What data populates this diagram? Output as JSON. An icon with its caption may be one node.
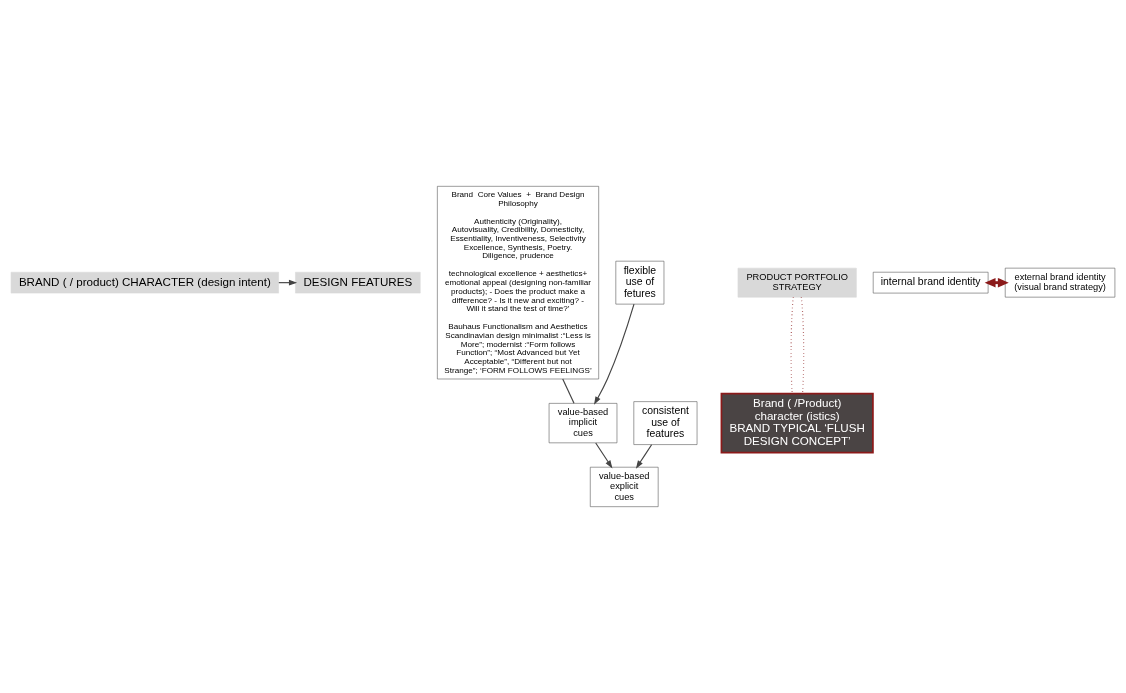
{
  "diagram": {
    "nodes": [
      {
        "text": [
          "BRAND ( / product) CHARACTER (design intent)"
        ]
      },
      {
        "text": [
          "Brand  Core Values  +  Brand Design Philosophy",
          "Authenticity (Originality), Autovisuality, Credibility, Domesticity, Essentiality, Inventiveness, Selectivity Excellence, Synthesis, Poetry. Diligence, prudence",
          "technological excellence + aesthetics+ emotional appeal (designing non-familiar products); - Does the product make a difference? - Is it new and exciting? - Will it stand the test of time?’",
          "Bauhaus Functionalism and Aesthetics Scandinavian design minimalist :“Less is More”; modernist :“Form follows Function”; “Most Advanced but Yet Acceptable”, “Different but not Strange”; ‘FORM FOLLOWS FEELINGS’"
        ]
      },
      {
        "text": [
          "DESIGN FEATURES"
        ]
      },
      {
        "text": [
          "value-based implicit cues"
        ]
      },
      {
        "text": [
          "value-based explicit cues"
        ]
      },
      {
        "text": [
          "flexible use of fetures"
        ]
      },
      {
        "text": [
          "consistent use of features"
        ]
      },
      {
        "text": [
          "PRODUCT PORTFOLIO STRATEGY"
        ]
      },
      {
        "text": [
          "Brand ( /Product) character (istics) BRAND TYPICAL ‘FLUSH DESIGN CONCEPT’"
        ]
      },
      {
        "text": [
          "internal brand identity"
        ]
      },
      {
        "text": [
          "external brand identity (visual brand strategy)"
        ]
      }
    ],
    "edges": [
      {
        "from": 0,
        "to": 2,
        "arrow": "to"
      },
      {
        "from": 1,
        "to": 3,
        "arrow": "none"
      },
      {
        "from": 3,
        "to": 4,
        "arrow": "to"
      },
      {
        "from": 5,
        "to": 3,
        "arrow": "to"
      },
      {
        "from": 6,
        "to": 4,
        "arrow": "to"
      },
      {
        "from": 7,
        "to": 8,
        "arrow": "none",
        "style": "dashed",
        "color": "#8b1a1a"
      },
      {
        "from": 7,
        "to": 8,
        "arrow": "none",
        "style": "dashed",
        "color": "#8b1a1a"
      },
      {
        "from": 9,
        "to": 10,
        "arrow": "both",
        "style": "thick",
        "color": "#8b1a1a"
      }
    ]
  }
}
